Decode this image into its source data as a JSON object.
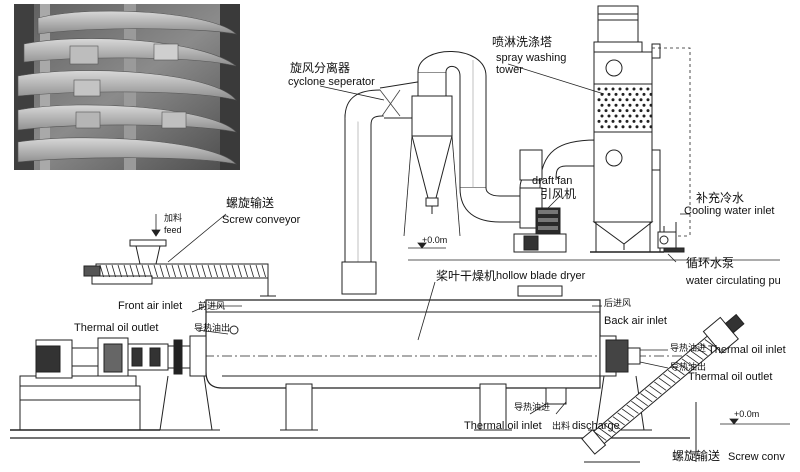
{
  "photo": {
    "name": "hollow-blade-dryer-interior-photo"
  },
  "labels": {
    "cyclone_zh": "旋风分离器",
    "cyclone_en": "cyclone seperator",
    "spray_zh": "喷淋洗涤塔",
    "spray_en1": "spray washing",
    "spray_en2": "tower",
    "draft_en": "draft fan",
    "draft_zh": "引风机",
    "screw_top_zh": "螺旋输送",
    "feed_zh": "加料",
    "feed_en": "feed",
    "screw_top_en": "Screw conveyor",
    "cooling_zh": "补充冷水",
    "cooling_en": "Cooling water inlet",
    "pump_zh": "循环水泵",
    "pump_en": "water circulating pu",
    "level_top": "+0.0m",
    "dryer_zh": "桨叶干燥机",
    "dryer_en": "hollow blade dryer",
    "front_air_en": "Front air inlet",
    "front_air_zh": "前进风",
    "back_air_zh": "后进风",
    "back_air_en": "Back air inlet",
    "th_out_left_en": "Thermal oil outlet",
    "th_out_left_zh": "导热油出",
    "th_in_right_zh": "导热油进",
    "th_in_right_en": "Thermal oil inlet",
    "th_out_right_zh": "导热油出",
    "th_out_right_en": "Thermal oil outlet",
    "th_in_bottom_zh": "导热油进",
    "th_in_bottom_en": "Thermal oil inlet",
    "discharge_zh": "出料",
    "discharge_en": "discharge",
    "level_bottom": "+0.0m",
    "screw_bottom_zh": "螺旋输送",
    "screw_bottom_en": "Screw conv"
  }
}
